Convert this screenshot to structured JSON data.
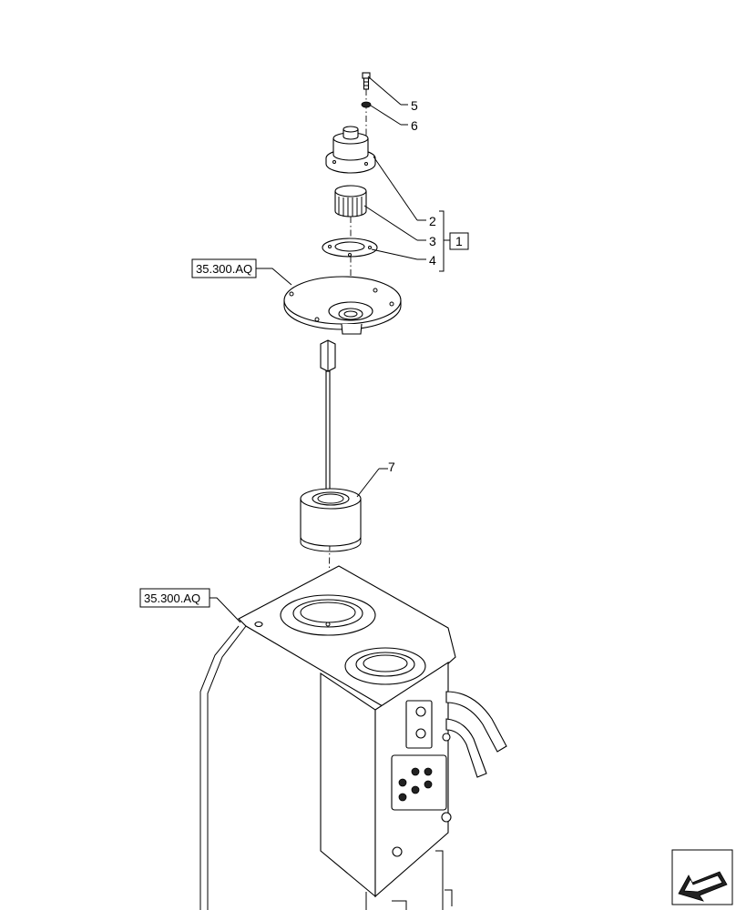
{
  "callouts": {
    "p5": "5",
    "p6": "6",
    "p2": "2",
    "p3": "3",
    "p4": "4",
    "p7": "7",
    "kit": "1"
  },
  "references": {
    "top": "35.300.AQ",
    "bottom": "35.300.AQ"
  },
  "icons": {
    "nav": "arrow-left-icon"
  }
}
